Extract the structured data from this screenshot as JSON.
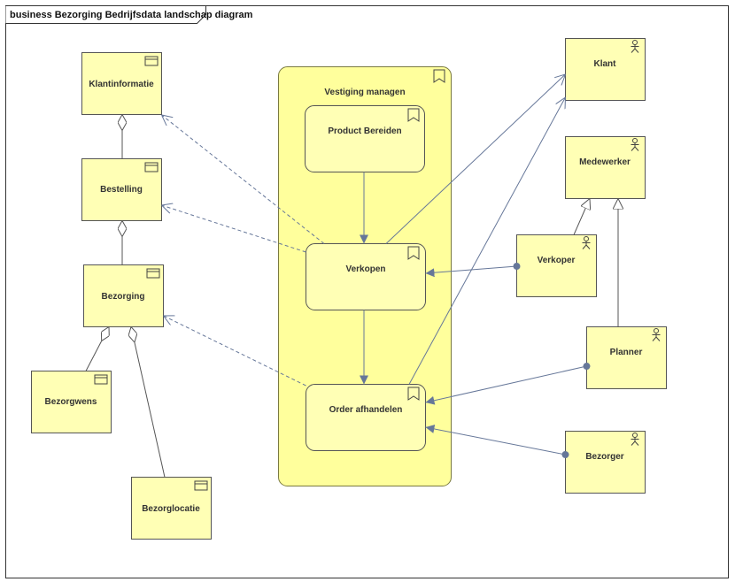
{
  "diagram": {
    "title": "business Bezorging Bedrijfsdata landschap diagram",
    "group": {
      "label": "Vestiging managen"
    },
    "processes": {
      "product_bereiden": "Product Bereiden",
      "verkopen": "Verkopen",
      "order_afhandelen": "Order afhandelen"
    },
    "objects": {
      "klantinformatie": "Klantinformatie",
      "bestelling": "Bestelling",
      "bezorging": "Bezorging",
      "bezorgwens": "Bezorgwens",
      "bezorglocatie": "Bezorglocatie"
    },
    "actors": {
      "klant": "Klant",
      "medewerker": "Medewerker",
      "verkoper": "Verkoper",
      "planner": "Planner",
      "bezorger": "Bezorger"
    }
  },
  "colors": {
    "element_fill": "#ffffb5",
    "group_fill": "#ffff9c",
    "connector": "#667799"
  }
}
